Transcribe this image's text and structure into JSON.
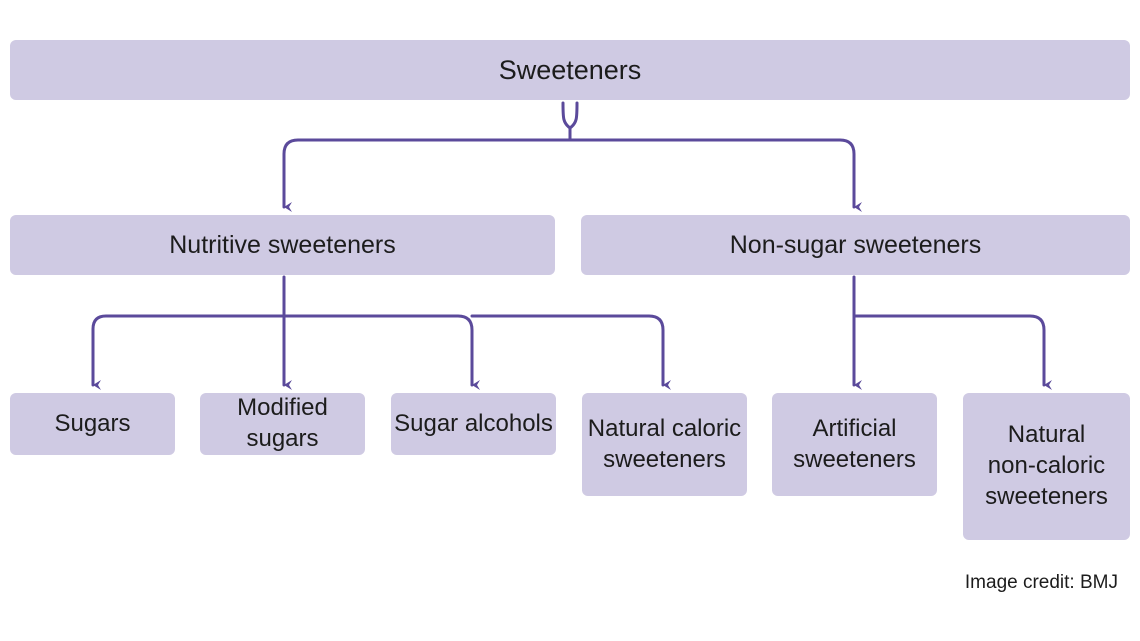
{
  "diagram": {
    "root": {
      "label": "Sweeteners"
    },
    "categories": [
      {
        "label": "Nutritive sweeteners",
        "children": [
          {
            "label": "Sugars"
          },
          {
            "label": "Modified sugars"
          },
          {
            "label": "Sugar alcohols"
          },
          {
            "label": "Natural caloric\nsweeteners"
          }
        ]
      },
      {
        "label": "Non-sugar sweeteners",
        "children": [
          {
            "label": "Artificial\nsweeteners"
          },
          {
            "label": "Natural\nnon-caloric\nsweeteners"
          }
        ]
      }
    ],
    "colors": {
      "box_fill": "#cfcae3",
      "connector": "#5b4a9b",
      "text": "#1c1c1c"
    }
  },
  "credit": "Image credit: BMJ"
}
